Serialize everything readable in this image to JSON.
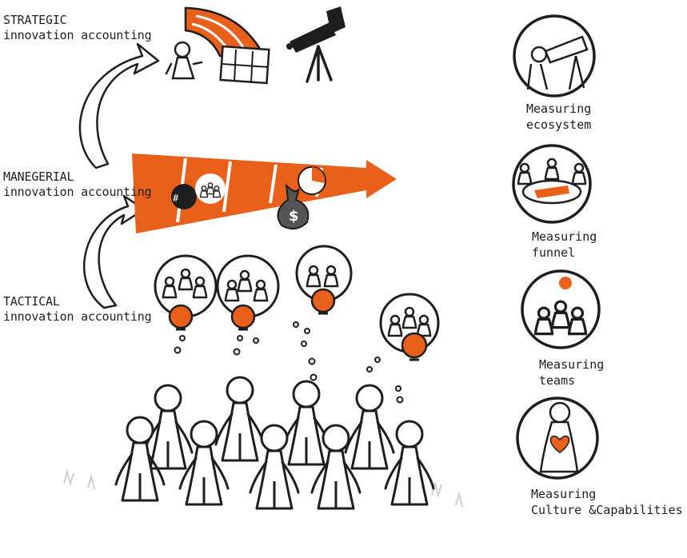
{
  "levels": {
    "strategic": {
      "line1": "STRATEGIC",
      "line2": "innovation accounting"
    },
    "managerial": {
      "line1": "MANEGERIAL",
      "line2": "innovation accounting"
    },
    "tactical": {
      "line1": "TACTICAL",
      "line2": "innovation accounting"
    }
  },
  "measures": [
    {
      "line1": "Measuring",
      "line2": "ecosystem",
      "icon": "telescope-icon"
    },
    {
      "line1": "Measuring",
      "line2": "funnel",
      "icon": "funnel-table-icon"
    },
    {
      "line1": "Measuring",
      "line2": "teams",
      "icon": "team-icon"
    },
    {
      "line1": "Measuring",
      "line2": "Culture &Capabilities",
      "icon": "heart-person-icon"
    }
  ],
  "funnel_icons": {
    "currency_symbol": "$",
    "hash_symbol": "#"
  },
  "colors": {
    "accent": "#e8601a",
    "ink": "#1e1e1e",
    "grass": "#cfcfcf",
    "bag": "#555555"
  }
}
